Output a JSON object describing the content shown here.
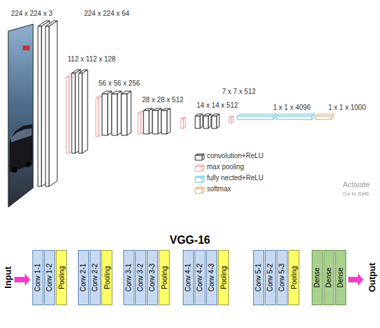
{
  "diagram": {
    "title": "VGG-16",
    "nodes": [
      {
        "text": [
          "Conv 1-1"
        ]
      },
      {
        "text": [
          "Conv 1-2"
        ]
      },
      {
        "text": [
          "Pooling"
        ]
      },
      {
        "text": [
          "Conv 2-1"
        ]
      },
      {
        "text": [
          "Conv 2-2"
        ]
      },
      {
        "text": [
          "Pooling"
        ]
      },
      {
        "text": [
          "Conv 3-1"
        ]
      },
      {
        "text": [
          "Conv 3-2"
        ]
      },
      {
        "text": [
          "Conv 3-3"
        ]
      },
      {
        "text": [
          "Pooling"
        ]
      },
      {
        "text": [
          "Conv 4-1"
        ]
      },
      {
        "text": [
          "Conv 4-2"
        ]
      },
      {
        "text": [
          "Conv 4-3"
        ]
      },
      {
        "text": [
          "Pooling"
        ]
      },
      {
        "text": [
          "Conv 5-1"
        ]
      },
      {
        "text": [
          "Conv 5-2"
        ]
      },
      {
        "text": [
          "Conv 5-3"
        ]
      },
      {
        "text": [
          "Pooling"
        ]
      },
      {
        "text": [
          "Dense"
        ]
      },
      {
        "text": [
          "Dense"
        ]
      },
      {
        "text": [
          "Dense"
        ]
      }
    ],
    "labels": [
      "224 x 224 x 3",
      "224 x 224 x 64",
      "112 x 112 x 128",
      "56 x 56 x 256",
      "28 x 28 x 512",
      "14 x 14 x 512",
      "7 x 7 x 512",
      "1 x 1 x 4096",
      "1 x 1 x 1000",
      "Activate",
      "Go to Setti",
      "Input",
      "Output"
    ],
    "legend": [
      {
        "text": "convolution+ReLU"
      },
      {
        "text": "max pooling"
      },
      {
        "text": "fully nected+ReLU"
      },
      {
        "text": "softmax"
      }
    ]
  }
}
